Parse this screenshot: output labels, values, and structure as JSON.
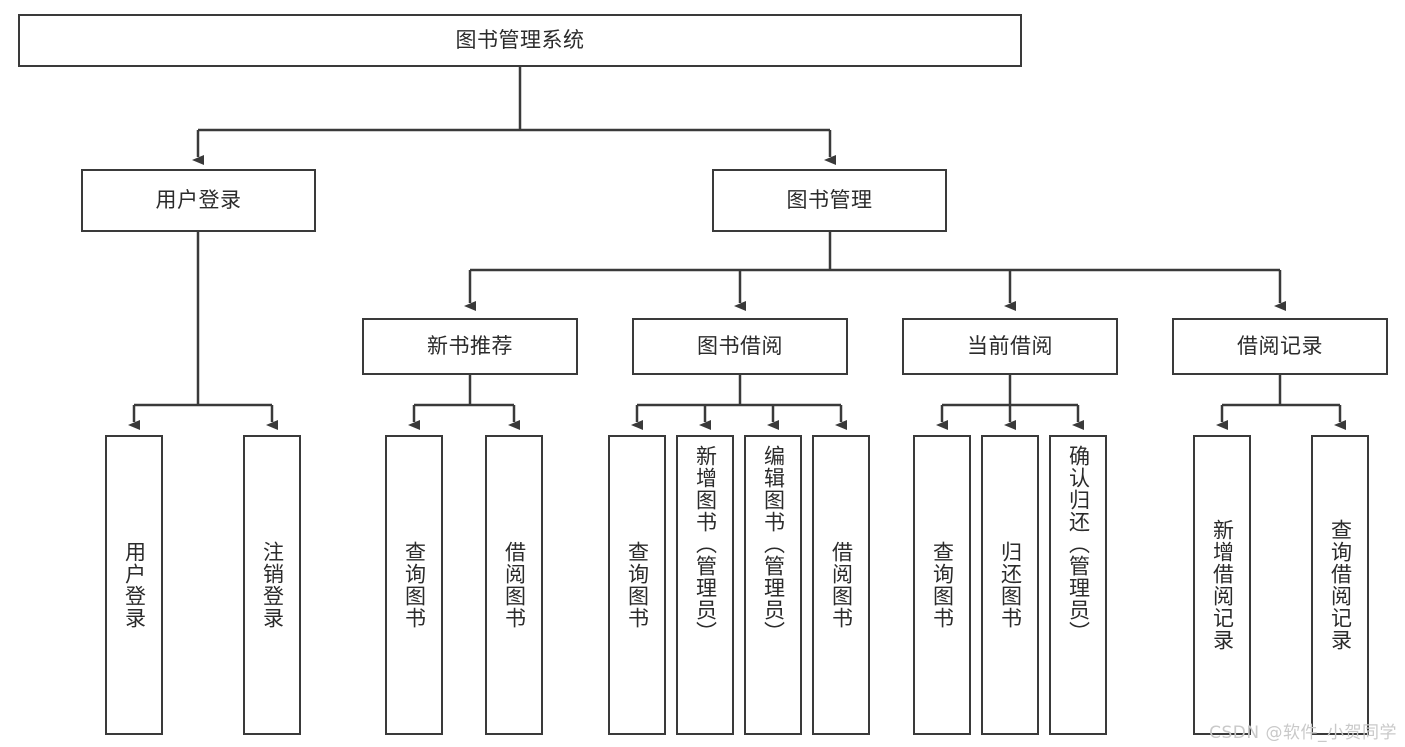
{
  "diagram": {
    "title": "图书管理系统",
    "watermark": "CSDN @软件_小贺同学",
    "colors": {
      "box_border": "#3a3a3a",
      "box_fill": "#ffffff",
      "connector": "#3a3a3a",
      "text": "#2b2b2b",
      "watermark": "#c9c9c9"
    },
    "root": {
      "label": "图书管理系统"
    },
    "level2": [
      {
        "label": "用户登录"
      },
      {
        "label": "图书管理"
      }
    ],
    "level3": [
      {
        "label": "新书推荐"
      },
      {
        "label": "图书借阅"
      },
      {
        "label": "当前借阅"
      },
      {
        "label": "借阅记录"
      }
    ],
    "leaves": {
      "user_login": [
        {
          "label": "用户登录"
        },
        {
          "label": "注销登录"
        }
      ],
      "new_book_recommend": [
        {
          "label": "查询图书"
        },
        {
          "label": "借阅图书"
        }
      ],
      "book_borrow": [
        {
          "label": "查询图书"
        },
        {
          "label": "新增图书（管理员）"
        },
        {
          "label": "编辑图书（管理员）"
        },
        {
          "label": "借阅图书"
        }
      ],
      "current_borrow": [
        {
          "label": "查询图书"
        },
        {
          "label": "归还图书"
        },
        {
          "label": "确认归还（管理员）"
        }
      ],
      "borrow_record": [
        {
          "label": "新增借阅记录"
        },
        {
          "label": "查询借阅记录"
        }
      ]
    }
  }
}
